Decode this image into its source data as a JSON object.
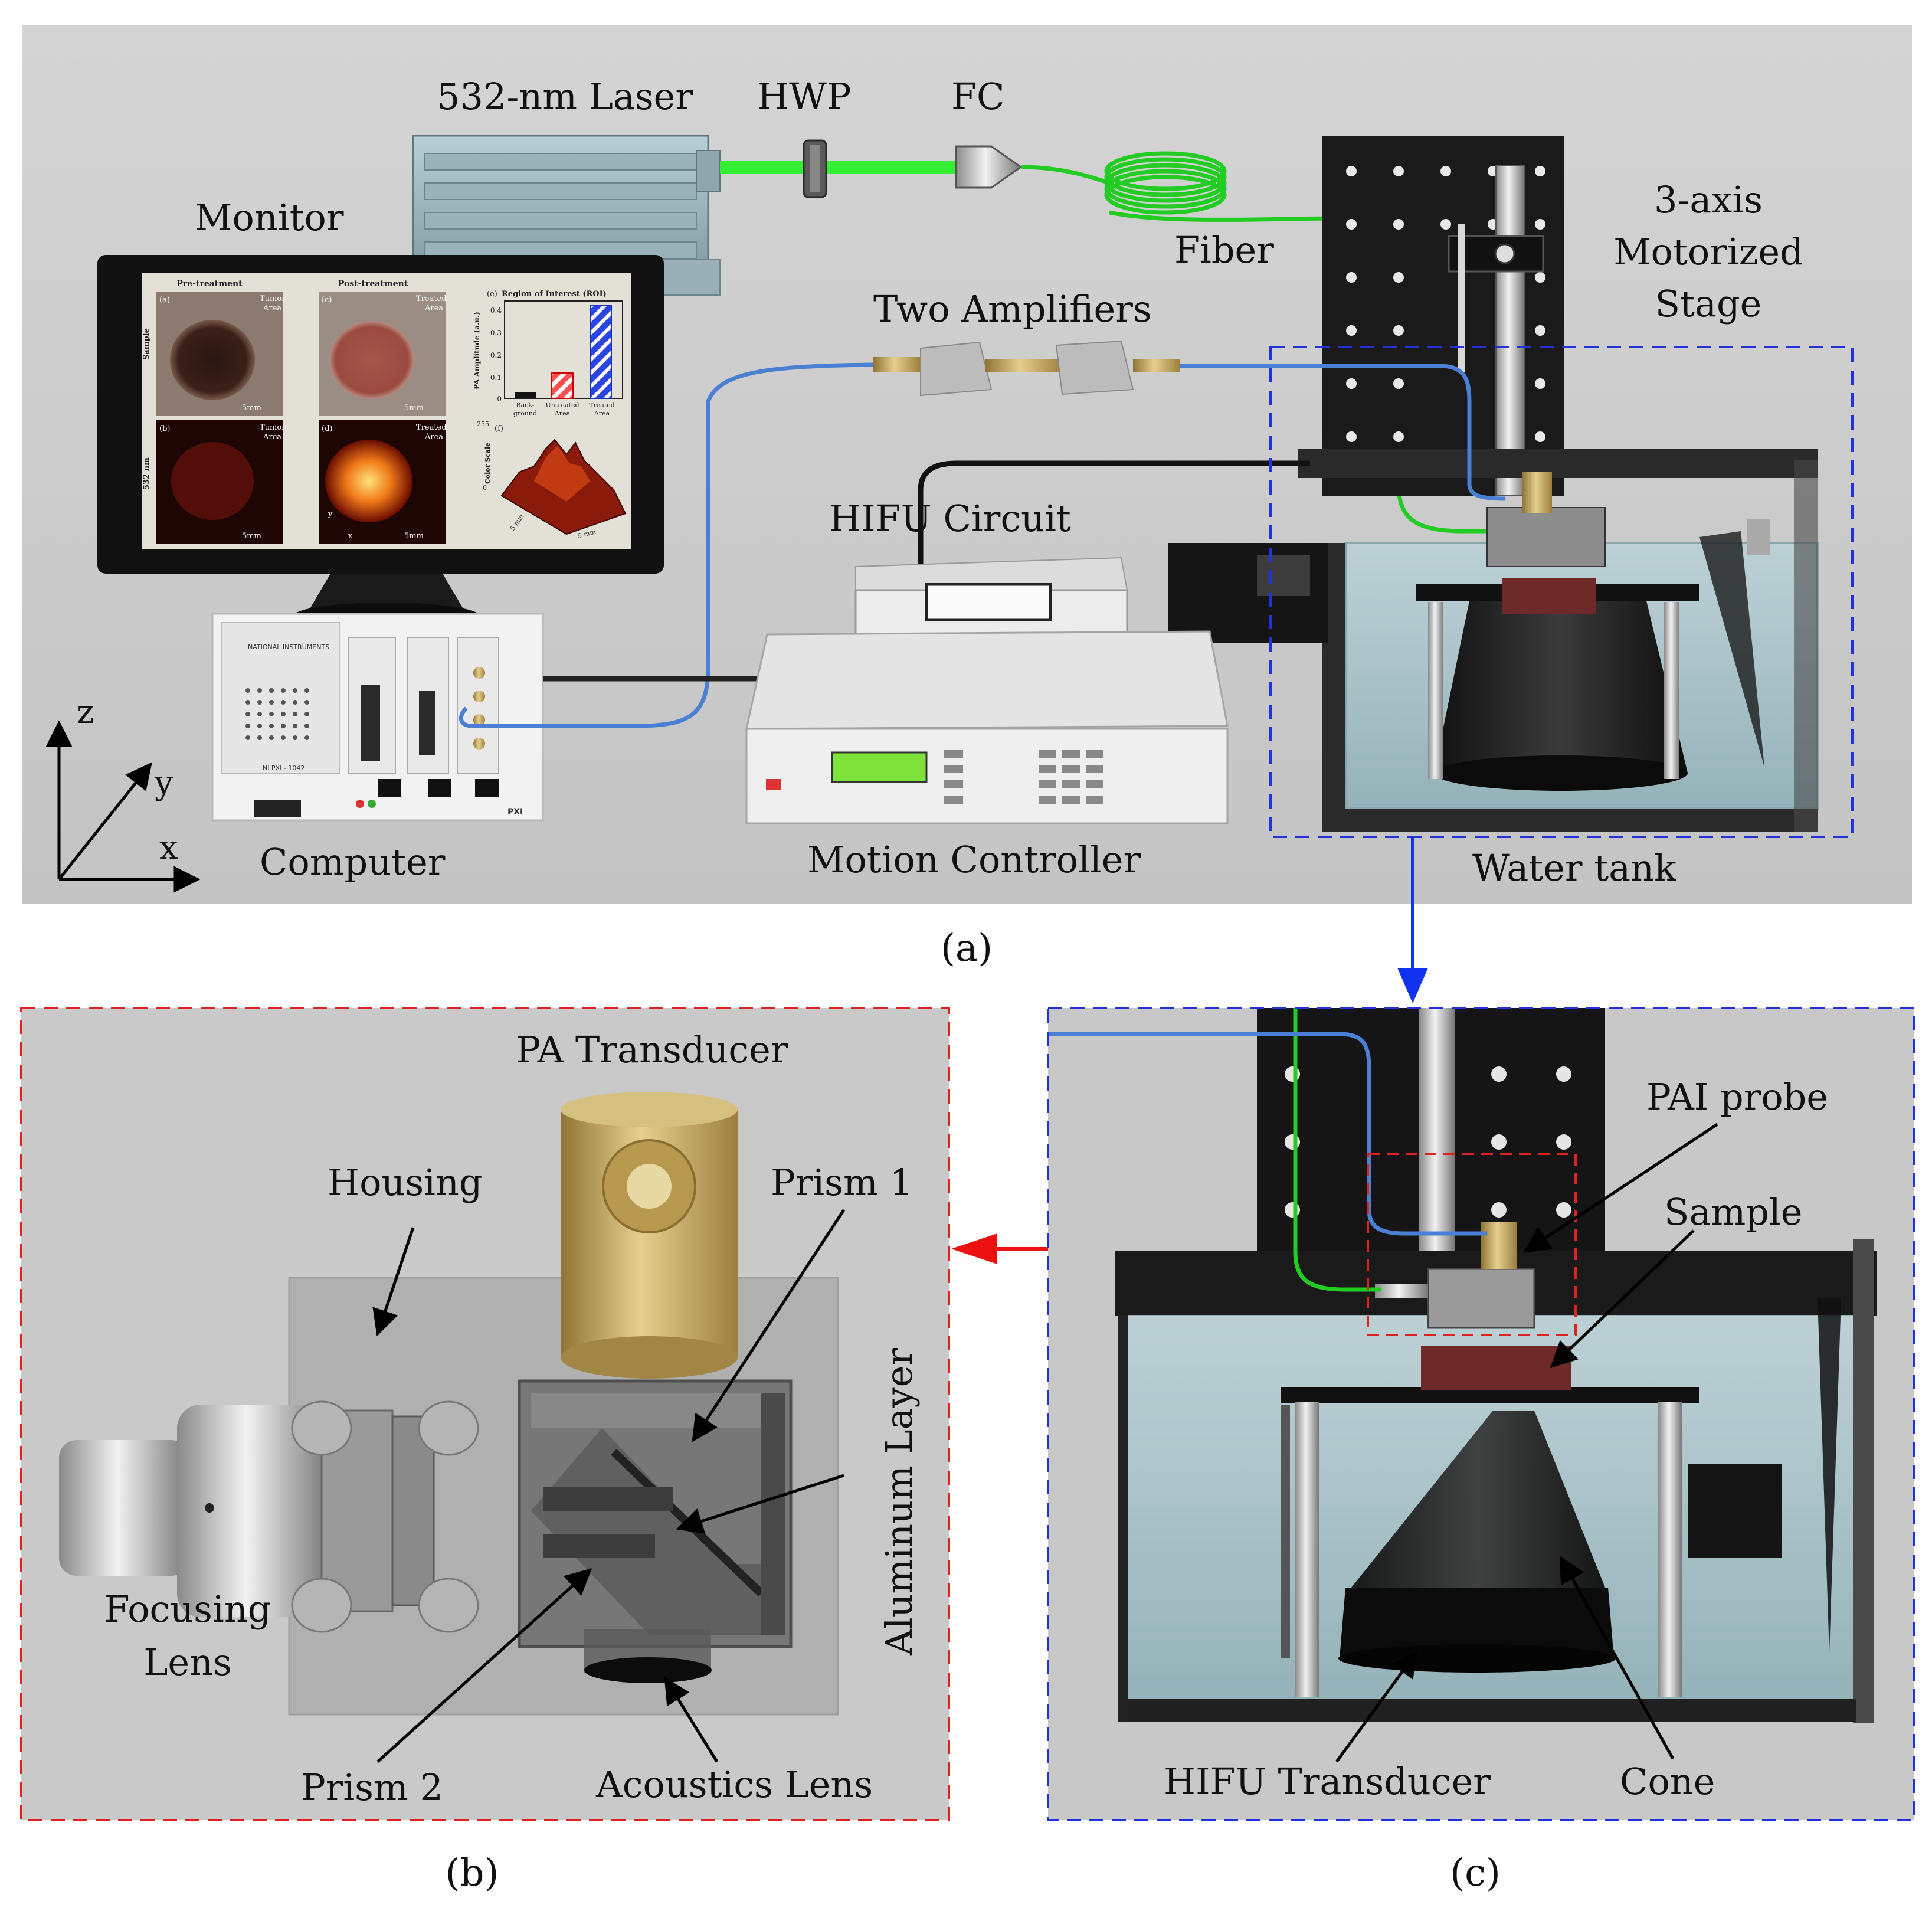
{
  "panel_a": {
    "caption": "(a)",
    "labels": {
      "laser": "532-nm Laser",
      "hwp": "HWP",
      "fc": "FC",
      "monitor": "Monitor",
      "fiber": "Fiber",
      "stage_l1": "3-axis",
      "stage_l2": "Motorized",
      "stage_l3": "Stage",
      "amplifiers": "Two Amplifiers",
      "hifu_circuit": "HIFU Circuit",
      "computer": "Computer",
      "motion_controller": "Motion Controller",
      "water_tank": "Water tank"
    },
    "axes": {
      "z": "z",
      "y": "y",
      "x": "x"
    },
    "monitor_screen": {
      "pre": "Pre-treatment",
      "post": "Post-treatment",
      "roi_title": "Region of Interest (ROI)",
      "row_sample": "Sample",
      "row_532": "532 nm",
      "tag_a": "(a)",
      "tag_b": "(b)",
      "tag_c": "(c)",
      "tag_d": "(d)",
      "tag_e": "(e)",
      "tag_f": "(f)",
      "tumor_area_1": "Tumor",
      "tumor_area_2": "Area",
      "treated_area_1": "Treated",
      "treated_area_2": "Area",
      "scale_bar": "5mm",
      "ylabel": "PA Amplitude (a.u.)",
      "color_scale": "Color Scale",
      "xcat_1a": "Back-",
      "xcat_1b": "ground",
      "xcat_2a": "Untreated",
      "xcat_2b": "Area",
      "xcat_3a": "Treated",
      "xcat_3b": "Area",
      "yticks": [
        "0.4",
        "0.3",
        "0.2",
        "0.1",
        "0"
      ],
      "cs_255": "255",
      "cs_0": "0",
      "axis_x": "x",
      "axis_y": "y",
      "mm_1": "5 mm",
      "mm_2": "5 mm"
    },
    "computer_panel": {
      "brand": "NATIONAL INSTRUMENTS",
      "model": "NI PXI - 1042",
      "pxi": "PXI"
    }
  },
  "panel_b": {
    "caption": "(b)",
    "labels": {
      "pa_transducer": "PA Transducer",
      "housing": "Housing",
      "prism1": "Prism 1",
      "aluminum": "Aluminum Layer",
      "focusing_l1": "Focusing",
      "focusing_l2": "Lens",
      "prism2": "Prism 2",
      "acoustics": "Acoustics Lens"
    }
  },
  "panel_c": {
    "caption": "(c)",
    "labels": {
      "pai_probe": "PAI probe",
      "sample": "Sample",
      "hifu_transducer": "HIFU Transducer",
      "cone": "Cone"
    }
  },
  "colors": {
    "laser_beam": "#33ee33",
    "fiber": "#22cc22",
    "cable_blue": "#4a7fd4",
    "box_blue": "#2233dd",
    "box_red": "#dd2222",
    "arrow_blue": "#1133ee",
    "arrow_red": "#ee1111",
    "brass": "#c9a860",
    "background": "#cfcfcf"
  }
}
